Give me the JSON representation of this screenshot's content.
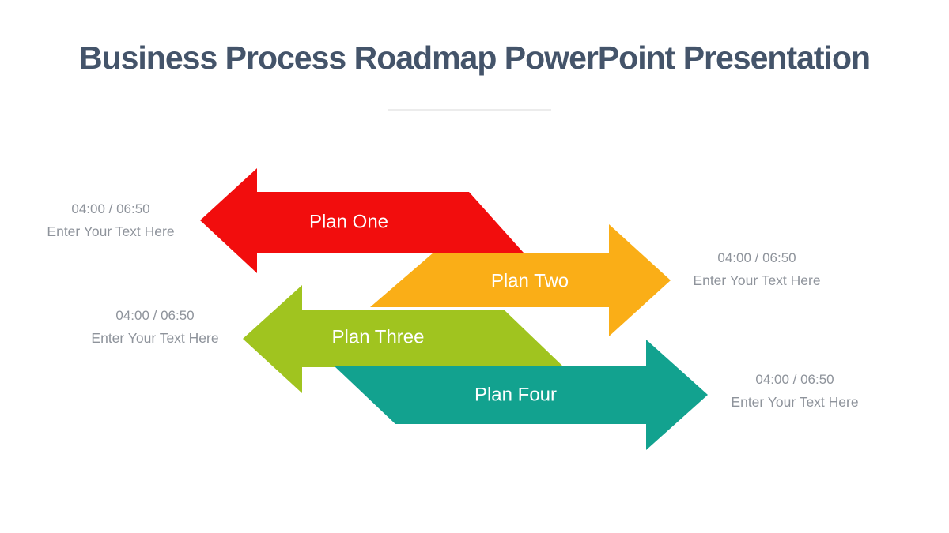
{
  "title": "Business Process Roadmap PowerPoint Presentation",
  "colors": {
    "title": "#44546A",
    "caption_text": "#8E939B",
    "background": "#FFFFFF",
    "divider": "#ECECEC"
  },
  "arrows": [
    {
      "label": "Plan One",
      "direction": "left",
      "color": "#F20D0D",
      "time": "04:00 / 06:50",
      "placeholder": "Enter Your Text Here"
    },
    {
      "label": "Plan Two",
      "direction": "right",
      "color": "#FAAE17",
      "time": "04:00 / 06:50",
      "placeholder": "Enter Your Text Here"
    },
    {
      "label": "Plan Three",
      "direction": "left",
      "color": "#A0C41F",
      "time": "04:00 / 06:50",
      "placeholder": "Enter Your Text Here"
    },
    {
      "label": "Plan Four",
      "direction": "right",
      "color": "#12A28F",
      "time": "04:00 / 06:50",
      "placeholder": "Enter Your Text Here"
    }
  ]
}
